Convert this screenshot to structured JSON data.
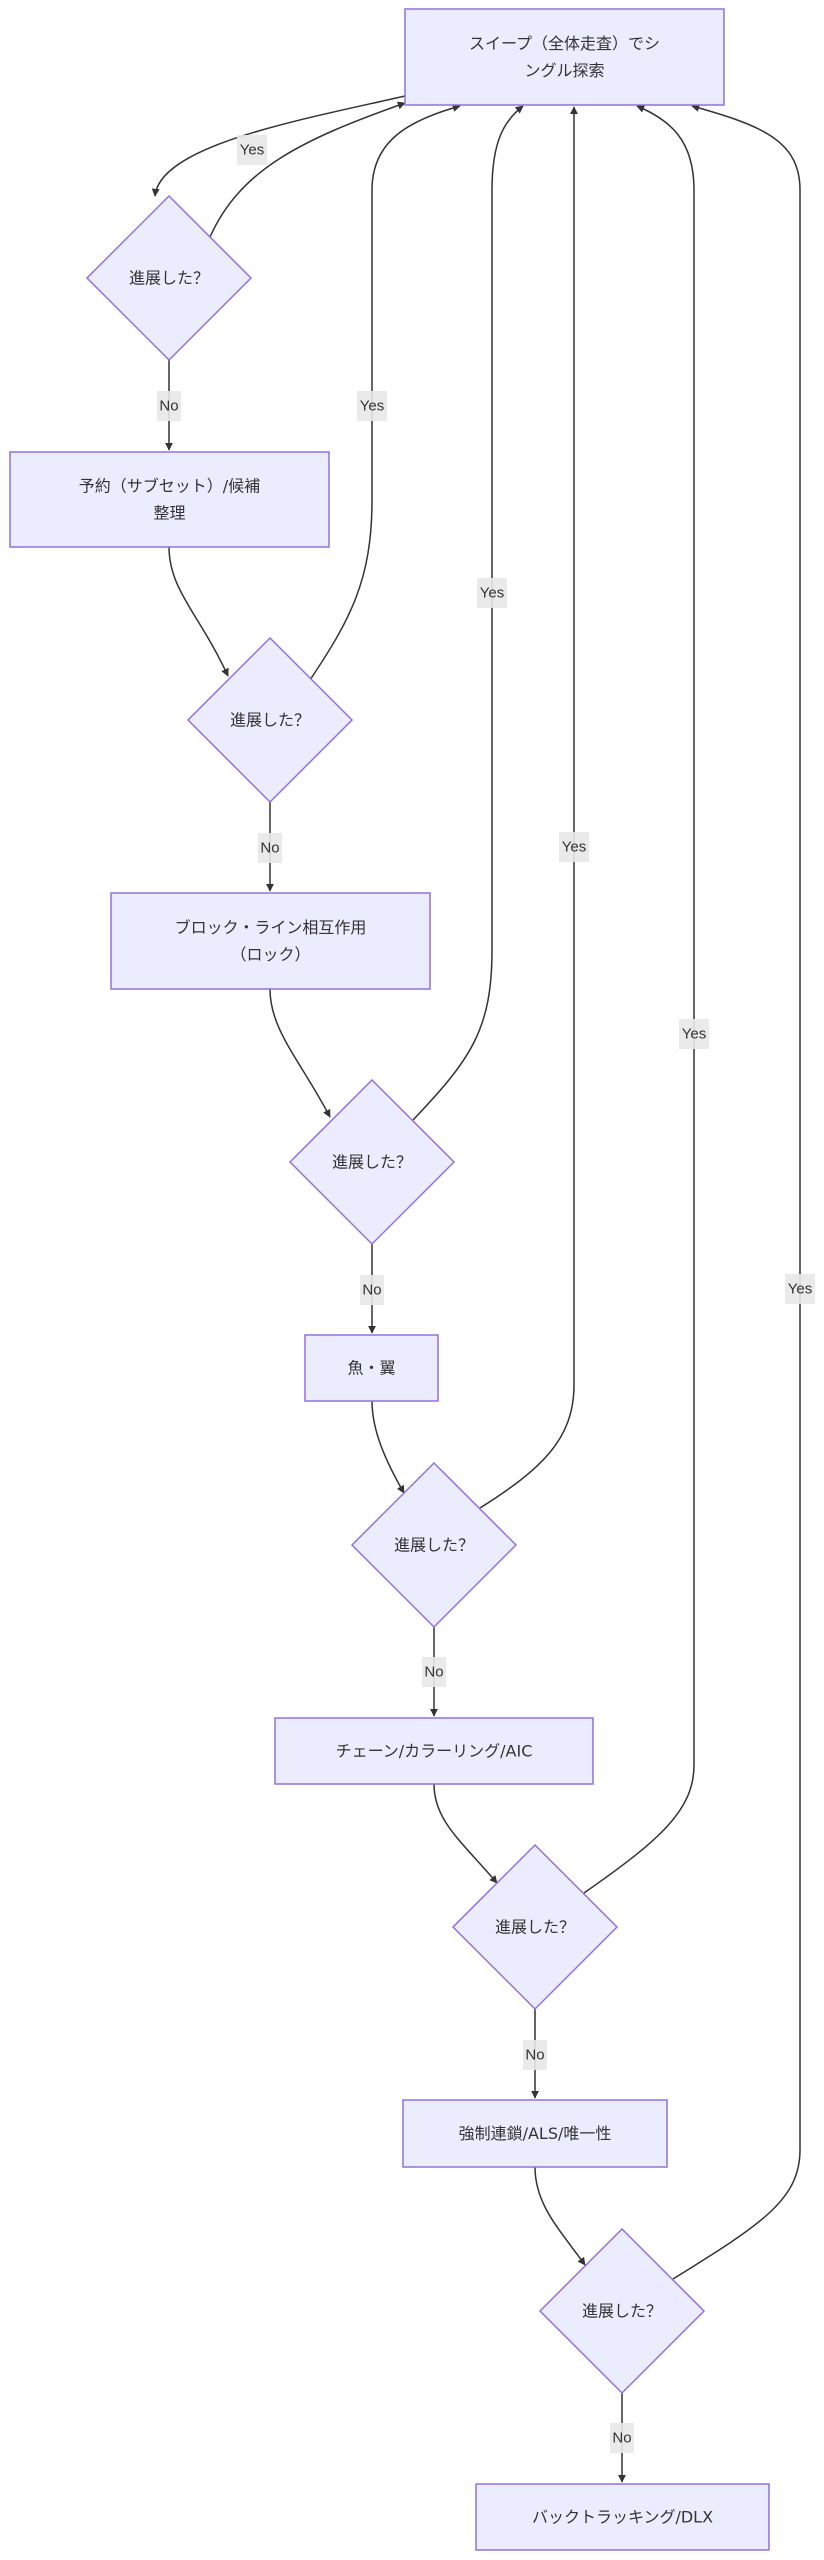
{
  "diagram": {
    "type": "flowchart",
    "direction": "top-down",
    "colors": {
      "node_fill": "#ECECFF",
      "node_stroke": "#9370DB",
      "edge": "#333333",
      "label_bg": "#E8E8E8",
      "text": "#333333"
    },
    "nodes": [
      {
        "id": "sweep",
        "shape": "rect",
        "lines": [
          "スイープ（全体走査）でシ",
          "ングル探索"
        ]
      },
      {
        "id": "d1",
        "shape": "diamond",
        "lines": [
          "進展した？"
        ]
      },
      {
        "id": "subset",
        "shape": "rect",
        "lines": [
          "予約（サブセット）/候補",
          "整理"
        ]
      },
      {
        "id": "d2",
        "shape": "diamond",
        "lines": [
          "進展した？"
        ]
      },
      {
        "id": "lock",
        "shape": "rect",
        "lines": [
          "ブロック・ライン相互作用",
          "（ロック）"
        ]
      },
      {
        "id": "d3",
        "shape": "diamond",
        "lines": [
          "進展した？"
        ]
      },
      {
        "id": "fish",
        "shape": "rect",
        "lines": [
          "魚・翼"
        ]
      },
      {
        "id": "d4",
        "shape": "diamond",
        "lines": [
          "進展した？"
        ]
      },
      {
        "id": "chain",
        "shape": "rect",
        "lines": [
          "チェーン/カラーリング/AIC"
        ]
      },
      {
        "id": "d5",
        "shape": "diamond",
        "lines": [
          "進展した？"
        ]
      },
      {
        "id": "forcing",
        "shape": "rect",
        "lines": [
          "強制連鎖/ALS/唯一性"
        ]
      },
      {
        "id": "d6",
        "shape": "diamond",
        "lines": [
          "進展した？"
        ]
      },
      {
        "id": "backtrack",
        "shape": "rect",
        "lines": [
          "バックトラッキング/DLX"
        ]
      }
    ],
    "edges": [
      {
        "from": "sweep",
        "to": "d1",
        "label": ""
      },
      {
        "from": "d1",
        "to": "sweep",
        "label": "Yes"
      },
      {
        "from": "d1",
        "to": "subset",
        "label": "No"
      },
      {
        "from": "subset",
        "to": "d2",
        "label": ""
      },
      {
        "from": "d2",
        "to": "sweep",
        "label": "Yes"
      },
      {
        "from": "d2",
        "to": "lock",
        "label": "No"
      },
      {
        "from": "lock",
        "to": "d3",
        "label": ""
      },
      {
        "from": "d3",
        "to": "sweep",
        "label": "Yes"
      },
      {
        "from": "d3",
        "to": "fish",
        "label": "No"
      },
      {
        "from": "fish",
        "to": "d4",
        "label": ""
      },
      {
        "from": "d4",
        "to": "sweep",
        "label": "Yes"
      },
      {
        "from": "d4",
        "to": "chain",
        "label": "No"
      },
      {
        "from": "chain",
        "to": "d5",
        "label": ""
      },
      {
        "from": "d5",
        "to": "sweep",
        "label": "Yes"
      },
      {
        "from": "d5",
        "to": "forcing",
        "label": "No"
      },
      {
        "from": "forcing",
        "to": "d6",
        "label": ""
      },
      {
        "from": "d6",
        "to": "sweep",
        "label": "Yes"
      },
      {
        "from": "d6",
        "to": "backtrack",
        "label": "No"
      }
    ]
  }
}
